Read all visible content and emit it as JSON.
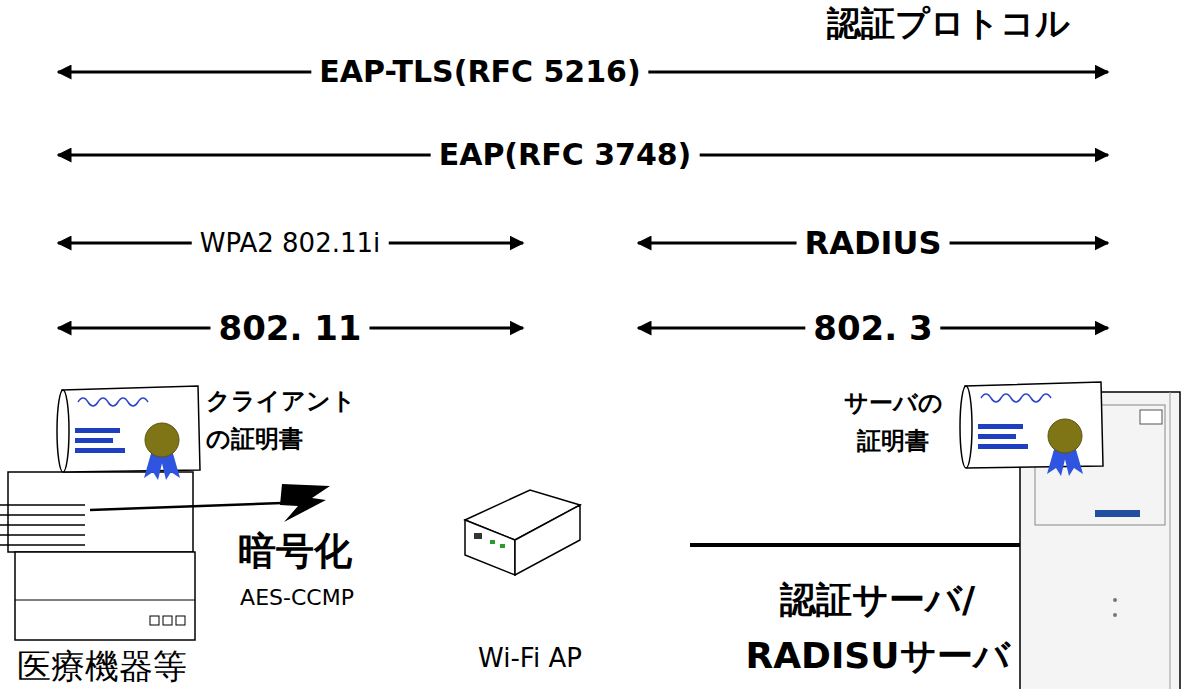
{
  "diagram": {
    "labels": [
      "認証プロトコル",
      "EAP-TLS(RFC 5216)",
      "EAP(RFC 3748)",
      "WPA2 802.11i",
      "RADIUS",
      "802. 11",
      "802. 3",
      "クライアント の証明書",
      "サーバの 証明書",
      "暗号化",
      "AES-CCMP",
      "医療機器等",
      "Wi-Fi AP",
      "認証サーバ/ RADISUサーバ"
    ]
  }
}
